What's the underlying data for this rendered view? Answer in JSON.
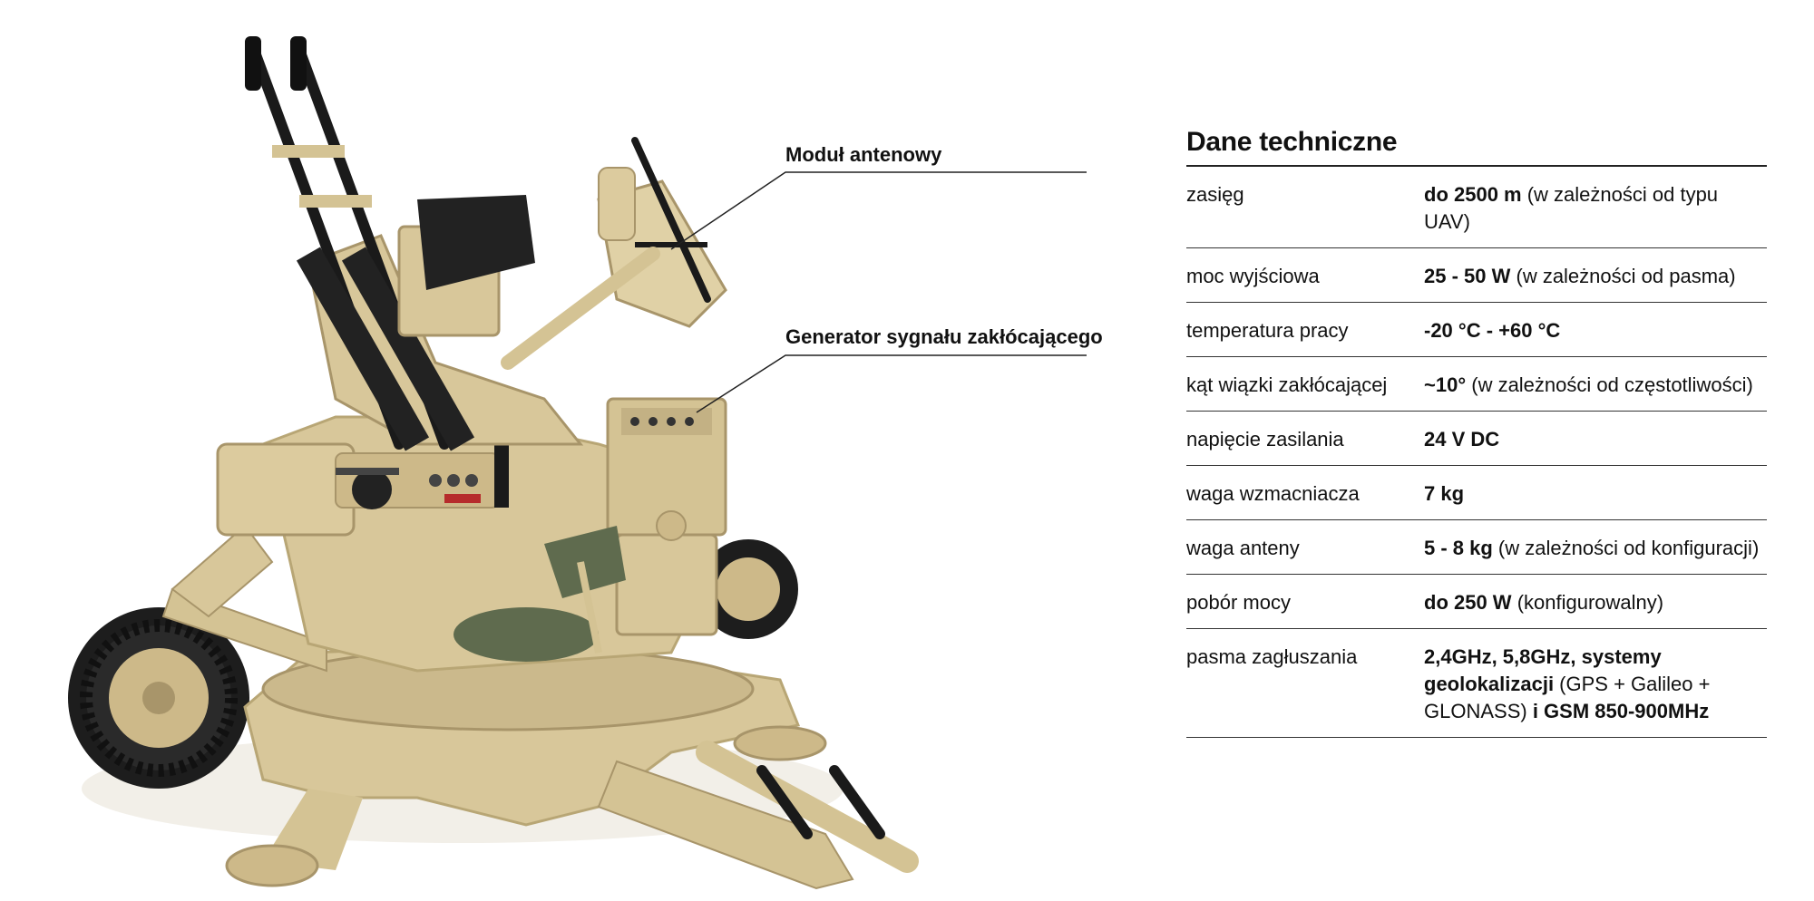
{
  "callouts": {
    "antenna": "Moduł antenowy",
    "generator": "Generator sygnału zakłócającego"
  },
  "spec": {
    "title": "Dane techniczne",
    "rows": [
      {
        "label": "zasięg",
        "bold": "do 2500 m",
        "rest": " (w zależności od typu UAV)"
      },
      {
        "label": "moc wyjściowa",
        "bold": "25 - 50 W",
        "rest": " (w zależności od pasma)"
      },
      {
        "label": "temperatura pracy",
        "bold": "-20 °C - +60 °C",
        "rest": ""
      },
      {
        "label": "kąt wiązki zakłócającej",
        "bold": "~10°",
        "rest": " (w zależności od częstotliwości)"
      },
      {
        "label": "napięcie zasilania",
        "bold": "24 V DC",
        "rest": ""
      },
      {
        "label": "waga wzmacniacza",
        "bold": "7 kg",
        "rest": ""
      },
      {
        "label": "waga anteny",
        "bold": "5 - 8 kg",
        "rest": " (w zależności od konfiguracji)"
      },
      {
        "label": "pobór mocy",
        "bold": "do 250 W",
        "rest": " (konfigurowalny)"
      },
      {
        "label": "pasma zagłuszania",
        "bold": "2,4GHz, 5,8GHz, systemy geolokalizacji",
        "rest": " (GPS + Galileo + GLONASS) ",
        "bold2": "i GSM 850-900MHz"
      }
    ]
  },
  "colors": {
    "sand": "#d8c79a",
    "sand_dark": "#b8a675",
    "black": "#1a1a1a",
    "seat_green": "#5f6b4e"
  }
}
